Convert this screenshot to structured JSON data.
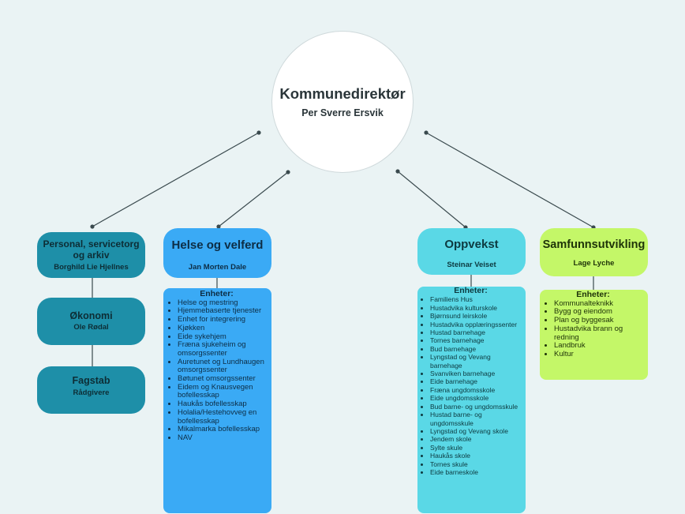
{
  "director": {
    "title": "Kommunedirektør",
    "name": "Per Sverre Ersvik"
  },
  "staff": [
    {
      "title": "Personal, servicetorg og arkiv",
      "name": "Borghild Lie Hjellnes"
    },
    {
      "title": "Økonomi",
      "name": "Ole Rødal"
    },
    {
      "title": "Fagstab",
      "name": "Rådgivere"
    }
  ],
  "units_heading": "Enheter:",
  "sectors": [
    {
      "title": "Helse og velferd",
      "name": "Jan Morten Dale",
      "units": [
        "Helse og mestring",
        "Hjemmebaserte tjenester",
        "Enhet for integrering",
        "Kjøkken",
        "Eide sykehjem",
        "Fræna sjukeheim og omsorgssenter",
        "Auretunet og Lundhaugen omsorgssenter",
        "Bøtunet omsorgssenter",
        "Eidem og Knausvegen bofellesskap",
        "Haukås bofellesskap",
        "Holalia/Hestehovveg en bofellesskap",
        "Mikalmarka bofellesskap",
        "NAV"
      ]
    },
    {
      "title": "Oppvekst",
      "name": "Steinar Veiset",
      "units": [
        "Familiens Hus",
        "Hustadvika kulturskole",
        "Bjørnsund leirskole",
        "Hustadvika opplæringssenter",
        "Hustad barnehage",
        "Tornes barnehage",
        "Bud barnehage",
        "Lyngstad og Vevang barnehage",
        "Svanviken barnehage",
        "Eide barnehage",
        "Fræna ungdomsskole",
        "Eide ungdomsskole",
        "Bud barne- og ungdomsskule",
        "Hustad barne- og ungdomsskule",
        "Lyngstad og Vevang skole",
        "Jendem skole",
        "Sylte skule",
        "Haukås skole",
        "Tornes skule",
        "Eide barneskole"
      ]
    },
    {
      "title": "Samfunnsutvikling",
      "name": "Lage Lyche",
      "units": [
        "Kommunalteknikk",
        "Bygg og eiendom",
        "Plan og byggesak",
        "Hustadvika brann og redning",
        "Landbruk",
        "Kultur"
      ]
    }
  ],
  "colors": {
    "staff": "#1e8fa8",
    "helse": "#3aaaf5",
    "oppvekst": "#5ad8e6",
    "samfunn": "#c4f768",
    "line": "#3a4a4e"
  }
}
